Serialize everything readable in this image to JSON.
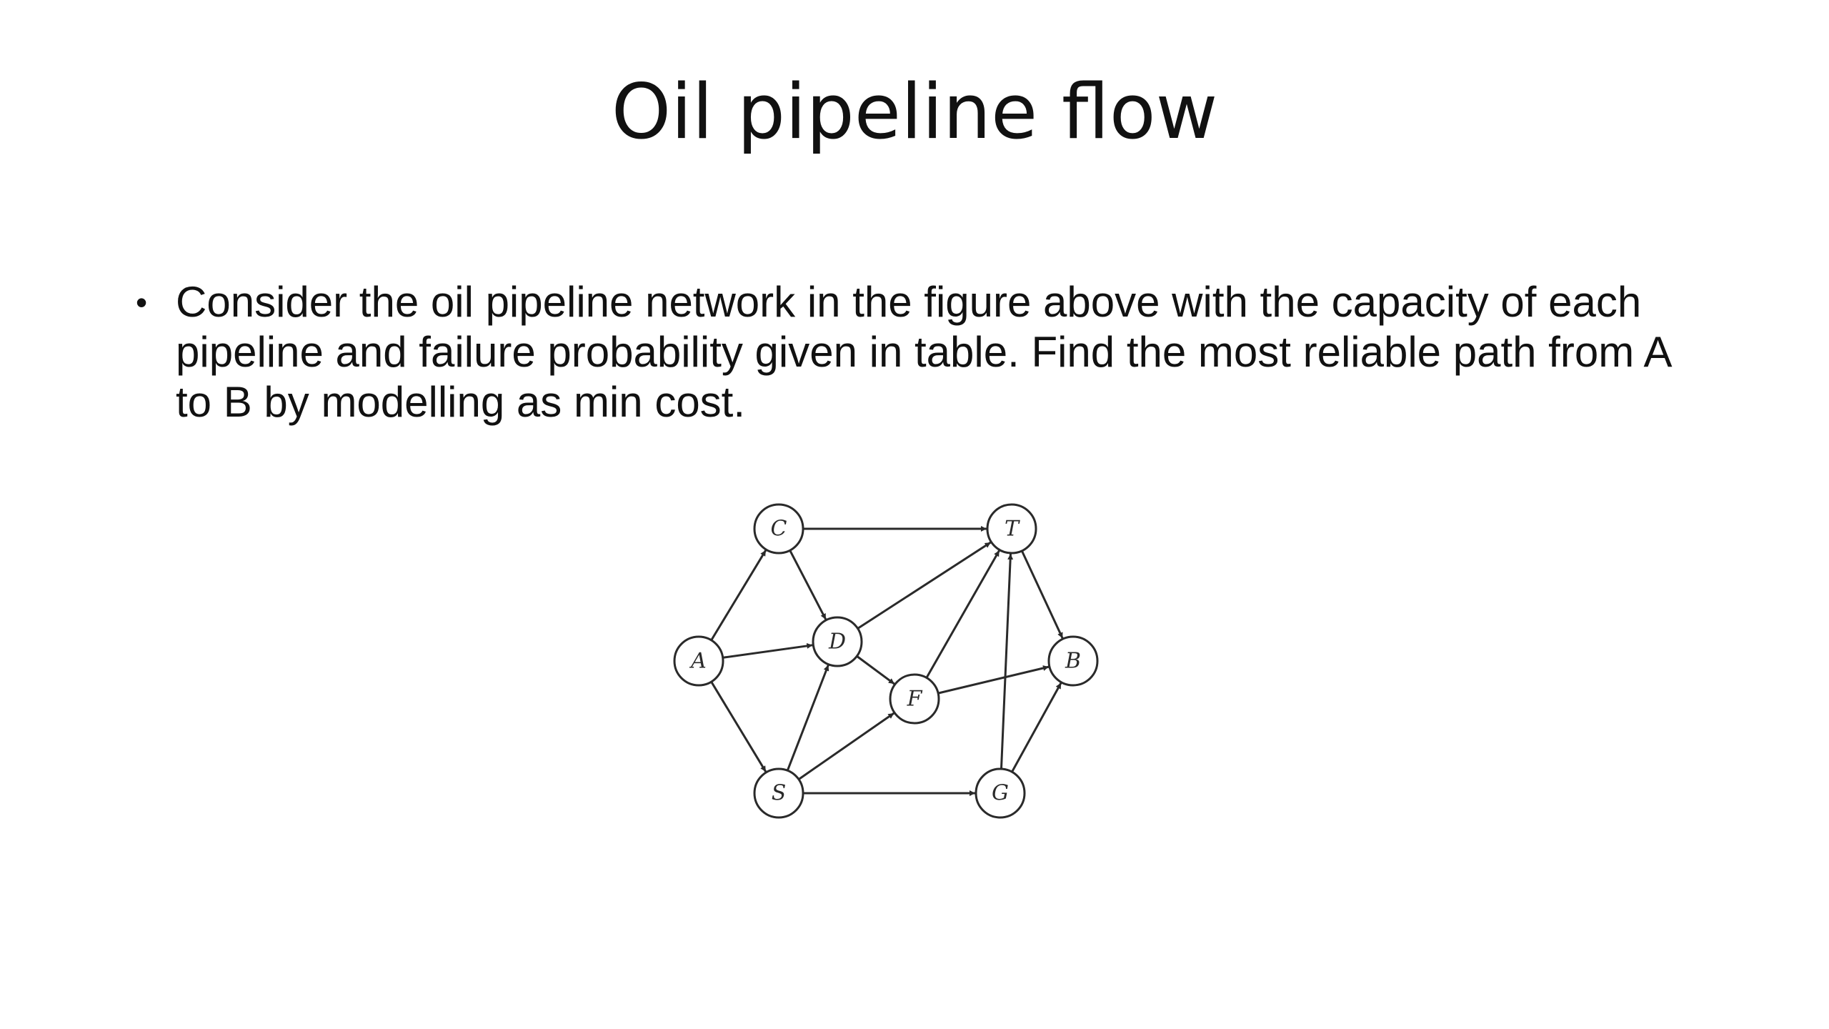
{
  "slide": {
    "title": "Oil pipeline flow",
    "bullets": [
      "Consider the oil pipeline network in the figure above with the capacity of each pipeline and failure probability given in table. Find the most reliable path from A to B by modelling as min cost."
    ]
  },
  "graph": {
    "nodes": [
      {
        "id": "A",
        "label": "A"
      },
      {
        "id": "C",
        "label": "C"
      },
      {
        "id": "D",
        "label": "D"
      },
      {
        "id": "S",
        "label": "S"
      },
      {
        "id": "F",
        "label": "F"
      },
      {
        "id": "T",
        "label": "T"
      },
      {
        "id": "G",
        "label": "G"
      },
      {
        "id": "B",
        "label": "B"
      }
    ],
    "edges": [
      {
        "from": "A",
        "to": "C"
      },
      {
        "from": "A",
        "to": "D"
      },
      {
        "from": "A",
        "to": "S"
      },
      {
        "from": "C",
        "to": "T"
      },
      {
        "from": "C",
        "to": "D"
      },
      {
        "from": "D",
        "to": "T"
      },
      {
        "from": "D",
        "to": "F"
      },
      {
        "from": "S",
        "to": "D"
      },
      {
        "from": "S",
        "to": "F"
      },
      {
        "from": "S",
        "to": "G"
      },
      {
        "from": "F",
        "to": "T"
      },
      {
        "from": "F",
        "to": "B"
      },
      {
        "from": "G",
        "to": "T"
      },
      {
        "from": "G",
        "to": "B"
      },
      {
        "from": "T",
        "to": "B"
      }
    ]
  }
}
